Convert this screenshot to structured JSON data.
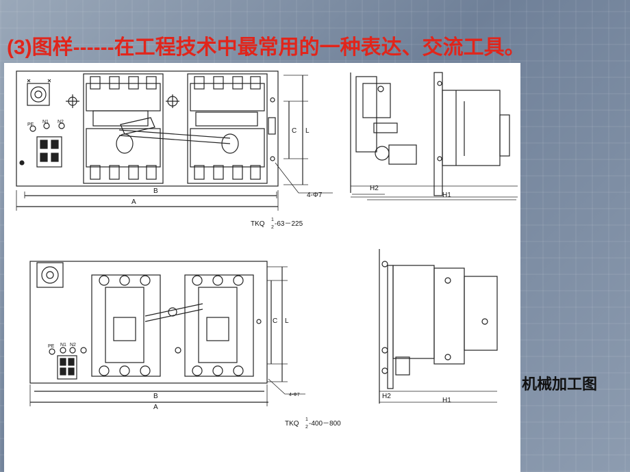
{
  "slide": {
    "title_prefix": "(3)图样------",
    "title_text": "在工程技术中最常用的一种表达、交流工具。",
    "side_label": "机械加工图"
  },
  "drawing": {
    "top": {
      "dim_a": "A",
      "dim_b": "B",
      "dim_c": "C",
      "dim_l": "L",
      "dim_h1": "H1",
      "dim_h2": "H2",
      "hole": "4-Φ7",
      "model": "TKQ",
      "model_sup": "1",
      "model_sub": "2",
      "model_suffix": "-63－225",
      "terminals": [
        "PE",
        "N1",
        "N2"
      ]
    },
    "bottom": {
      "dim_a": "A",
      "dim_b": "B",
      "dim_c": "C",
      "dim_l": "L",
      "dim_h1": "H1",
      "dim_h2": "H2",
      "hole": "4-Φ7",
      "model": "TKQ",
      "model_sup": "1",
      "model_sub": "2",
      "model_suffix": "-400－800",
      "terminals": [
        "PE",
        "N1",
        "N2"
      ]
    }
  }
}
